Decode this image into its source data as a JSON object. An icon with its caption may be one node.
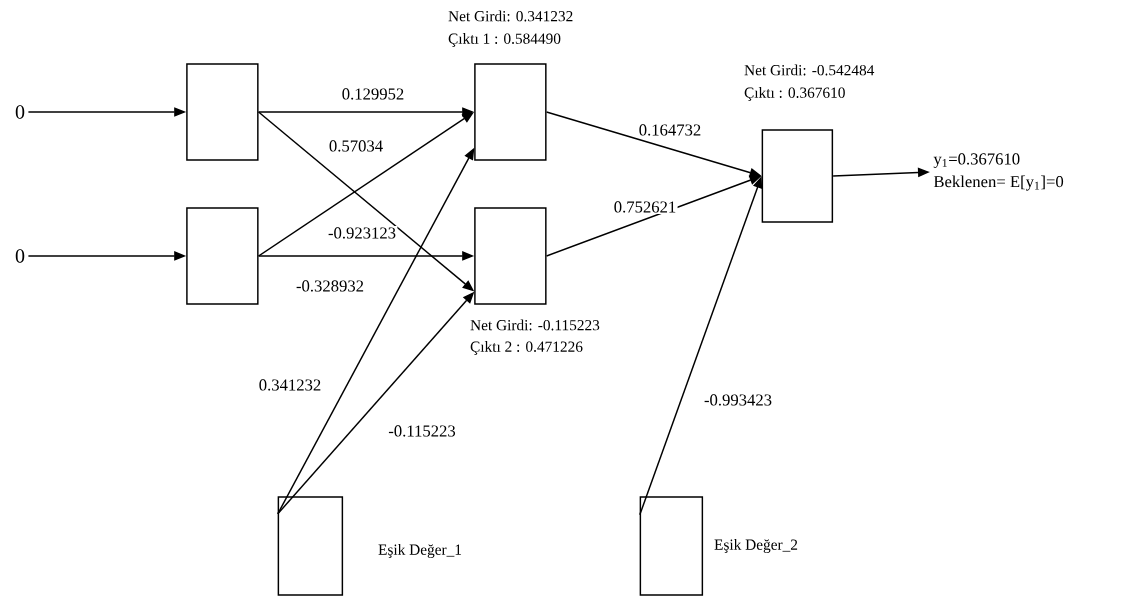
{
  "diagram": {
    "nodes": [
      {
        "text": [
          "0"
        ]
      },
      {
        "text": [
          "0"
        ]
      },
      {
        "text": [],
        "shape": "cylinder"
      },
      {
        "text": [],
        "shape": "cylinder"
      },
      {
        "text": [],
        "shape": "cylinder",
        "beside": [
          "Net Girdi: 0.341232",
          "Çıktı 1 : 0.584490"
        ]
      },
      {
        "text": [],
        "shape": "cylinder",
        "beside": [
          "Net Girdi: -0.115223",
          "Çıktı 2 : 0.471226"
        ]
      },
      {
        "text": [],
        "shape": "cylinder",
        "beside": [
          "Net Girdi: -0.542484",
          "Çıktı : 0.367610"
        ]
      },
      {
        "text": [
          "y$_{1}$=0.367610",
          "Beklenen= E[y$_{1}$]=0"
        ]
      },
      {
        "text": [],
        "shape": "cylinder",
        "beside": [
          "Eşik Değer_1"
        ]
      },
      {
        "text": [],
        "shape": "cylinder",
        "beside": [
          "Eşik Değer_2"
        ]
      }
    ],
    "edges": [
      {
        "from": 0,
        "to": 2,
        "arrow": "to"
      },
      {
        "from": 1,
        "to": 3,
        "arrow": "to"
      },
      {
        "from": 2,
        "to": 4,
        "arrow": "to",
        "label": "0.129952"
      },
      {
        "from": 2,
        "to": 5,
        "arrow": "to",
        "label": "0.57034"
      },
      {
        "from": 3,
        "to": 4,
        "arrow": "to",
        "label": "-0.923123"
      },
      {
        "from": 3,
        "to": 5,
        "arrow": "to",
        "label": "-0.328932"
      },
      {
        "from": 4,
        "to": 6,
        "arrow": "to",
        "label": "0.164732"
      },
      {
        "from": 5,
        "to": 6,
        "arrow": "to",
        "label": "0.752621"
      },
      {
        "from": 6,
        "to": 7,
        "arrow": "to"
      },
      {
        "from": 8,
        "to": 4,
        "arrow": "to",
        "label": "0.341232"
      },
      {
        "from": 8,
        "to": 5,
        "arrow": "to",
        "label": "-0.115223"
      },
      {
        "from": 9,
        "to": 6,
        "arrow": "to",
        "label": "-0.993423"
      }
    ]
  }
}
